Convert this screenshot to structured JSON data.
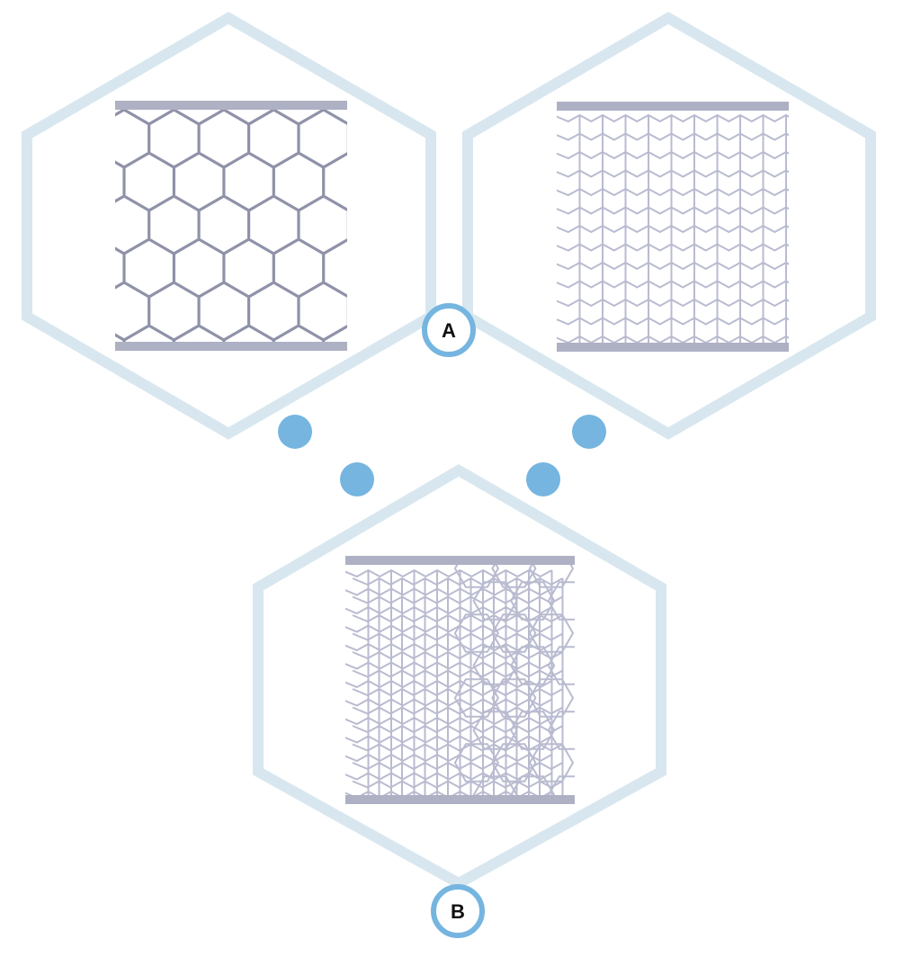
{
  "labels": {
    "a": "A",
    "b": "B"
  },
  "panels": [
    {
      "id": "top-left",
      "pattern": "honeycomb",
      "strut_color": "#8f92a8",
      "plate_color": "#aeb0c4"
    },
    {
      "id": "top-right",
      "pattern": "re-entrant",
      "strut_color": "#b9bbd0",
      "plate_color": "#aeb0c4"
    },
    {
      "id": "bottom",
      "pattern": "hybrid",
      "strut_color": "#b9bbd0",
      "plate_color": "#aeb0c4"
    }
  ],
  "colors": {
    "hex_frame": "#d8e7ef",
    "accent": "#75b5e0",
    "marker_fill": "#ffffff",
    "marker_text": "#111111"
  }
}
